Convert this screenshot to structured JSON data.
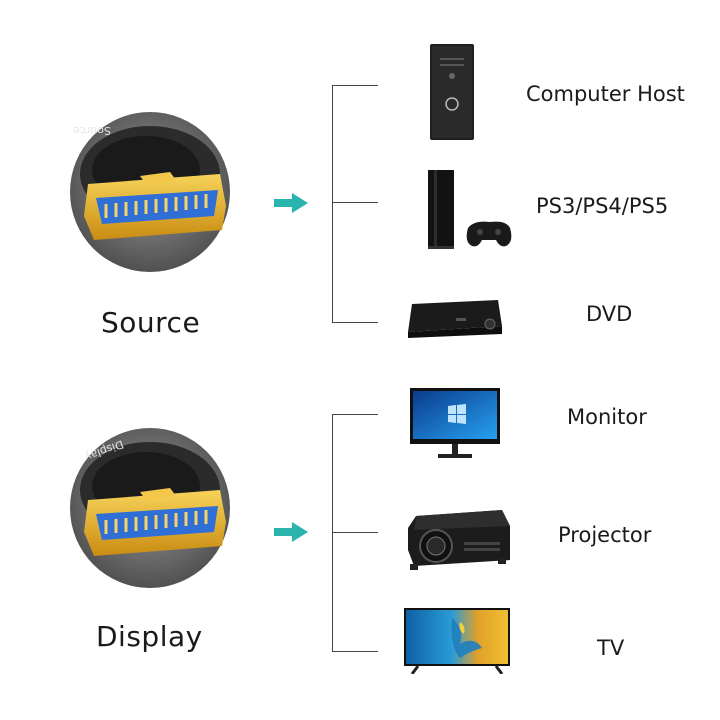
{
  "source": {
    "label": "Source",
    "plug_text": "Source",
    "devices": [
      {
        "label": "Computer Host",
        "icon": "computer-tower-icon"
      },
      {
        "label": "PS3/PS4/PS5",
        "icon": "game-console-icon"
      },
      {
        "label": "DVD",
        "icon": "dvd-player-icon"
      }
    ]
  },
  "display": {
    "label": "Display",
    "plug_text": "Display",
    "devices": [
      {
        "label": "Monitor",
        "icon": "monitor-icon"
      },
      {
        "label": "Projector",
        "icon": "projector-icon"
      },
      {
        "label": "TV",
        "icon": "tv-icon"
      }
    ]
  },
  "colors": {
    "arrow": "#2bb3ad",
    "plug_gold": "#e9b52a",
    "plug_blue": "#2f6fd6",
    "bracket": "#444444"
  }
}
